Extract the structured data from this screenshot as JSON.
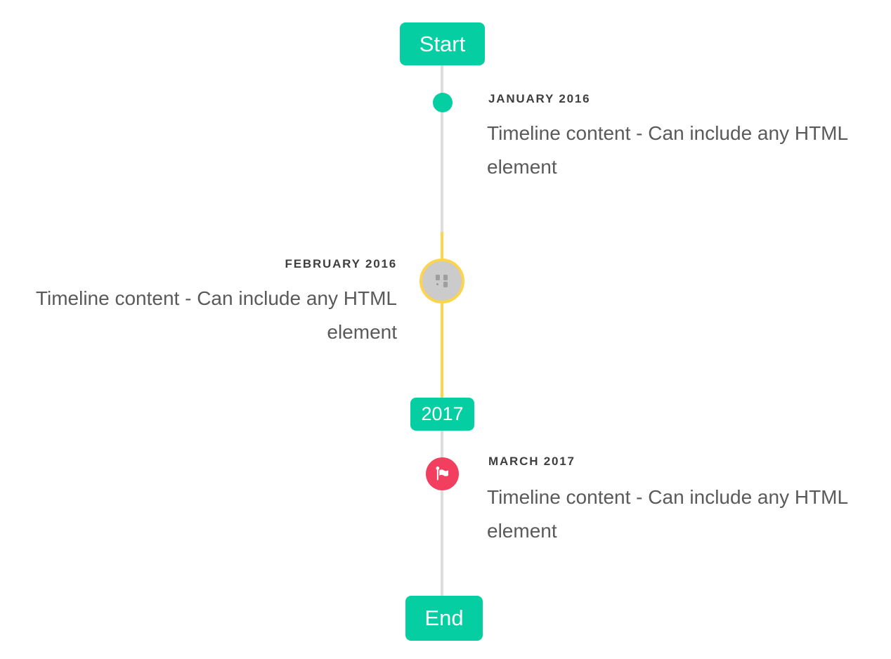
{
  "colors": {
    "accent_teal": "#06cea3",
    "highlight_yellow": "#fcd44d",
    "flag_pink": "#f23e5f",
    "line_gray": "#dddddd",
    "placeholder_circle_gray": "#cbcbcb",
    "title_text": "#3e3e3e",
    "content_text": "#5a5a5a",
    "background": "#ffffff"
  },
  "timeline": {
    "start_badge": "Start",
    "end_badge": "End",
    "year_badge": "2017",
    "items": [
      {
        "title": "JANUARY 2016",
        "content": "Timeline content - Can include any HTML element",
        "side": "right",
        "marker": "teal-dot"
      },
      {
        "title": "FEBRUARY 2016",
        "content": "Timeline content - Can include any HTML element",
        "side": "left",
        "marker": "broken-image-circle-yellow-highlight"
      },
      {
        "title": "MARCH 2017",
        "content": "Timeline content - Can include any HTML element",
        "side": "right",
        "marker": "flag-icon"
      }
    ]
  }
}
